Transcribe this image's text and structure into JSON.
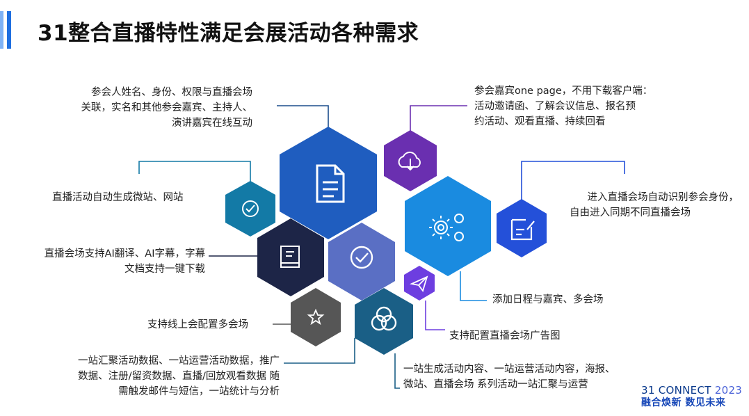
{
  "header": {
    "title": "31整合直播特性满足会展活动各种需求"
  },
  "colors": {
    "accent": "#1f6fe0",
    "hex_blue_main": "#1f5dbf",
    "hex_purple": "#6a2fb0",
    "hex_teal": "#137aa6",
    "hex_navy": "#1d2547",
    "hex_periwinkle": "#5a6fc4",
    "hex_sky": "#1a8be0",
    "hex_royal": "#2450d9",
    "hex_gray": "#565656",
    "hex_darkteal": "#1a5f86",
    "hex_violet": "#6d3ee0",
    "connector": "#1a4d8c"
  },
  "features": [
    {
      "lines": [
        "参会人姓名、身份、权限与直播会场",
        "关联，实名和其他参会嘉宾、主持人、",
        "演讲嘉宾在线互动"
      ],
      "icon": "document-icon"
    },
    {
      "lines": [
        "参会嘉宾one page，不用下载客户端：",
        "活动邀请函、了解会议信息、报名预",
        "约活动、观看直播、持续回看"
      ],
      "icon": "cloud-download-icon"
    },
    {
      "lines": [
        "直播活动自动生成微站、网站"
      ],
      "icon": "check-circle-icon"
    },
    {
      "lines": [
        "进入直播会场自动识别参会身份，",
        "自由进入同期不同直播会场"
      ],
      "icon": "edit-note-icon"
    },
    {
      "lines": [
        "直播会场支持AI翻译、AI字幕，字幕",
        "文档支持一键下载"
      ],
      "icon": "book-icon"
    },
    {
      "lines": [
        "添加日程与嘉宾、多会场"
      ],
      "icon": "gears-icon"
    },
    {
      "lines": [
        "支持线上会配置多会场"
      ],
      "icon": "star-icon"
    },
    {
      "lines": [
        "支持配置直播会场广告图"
      ],
      "icon": "paper-plane-icon"
    },
    {
      "lines": [
        "一站汇聚活动数据、一站运营活动数据，推广",
        "数据、注册/留资数据、直播/回放观看数据 随",
        "需触发邮件与短信，一站统计与分析"
      ],
      "icon": "circles-icon"
    },
    {
      "lines": [
        "一站生成活动内容、一站运营活动内容，海报、",
        "微站、直播会场 系列活动一站汇聚与运营"
      ],
      "icon": "check-circle-icon"
    }
  ],
  "brand": {
    "line1": "31 CONNECT ",
    "year": "2023",
    "line2": "融合焕新 数见未来"
  }
}
